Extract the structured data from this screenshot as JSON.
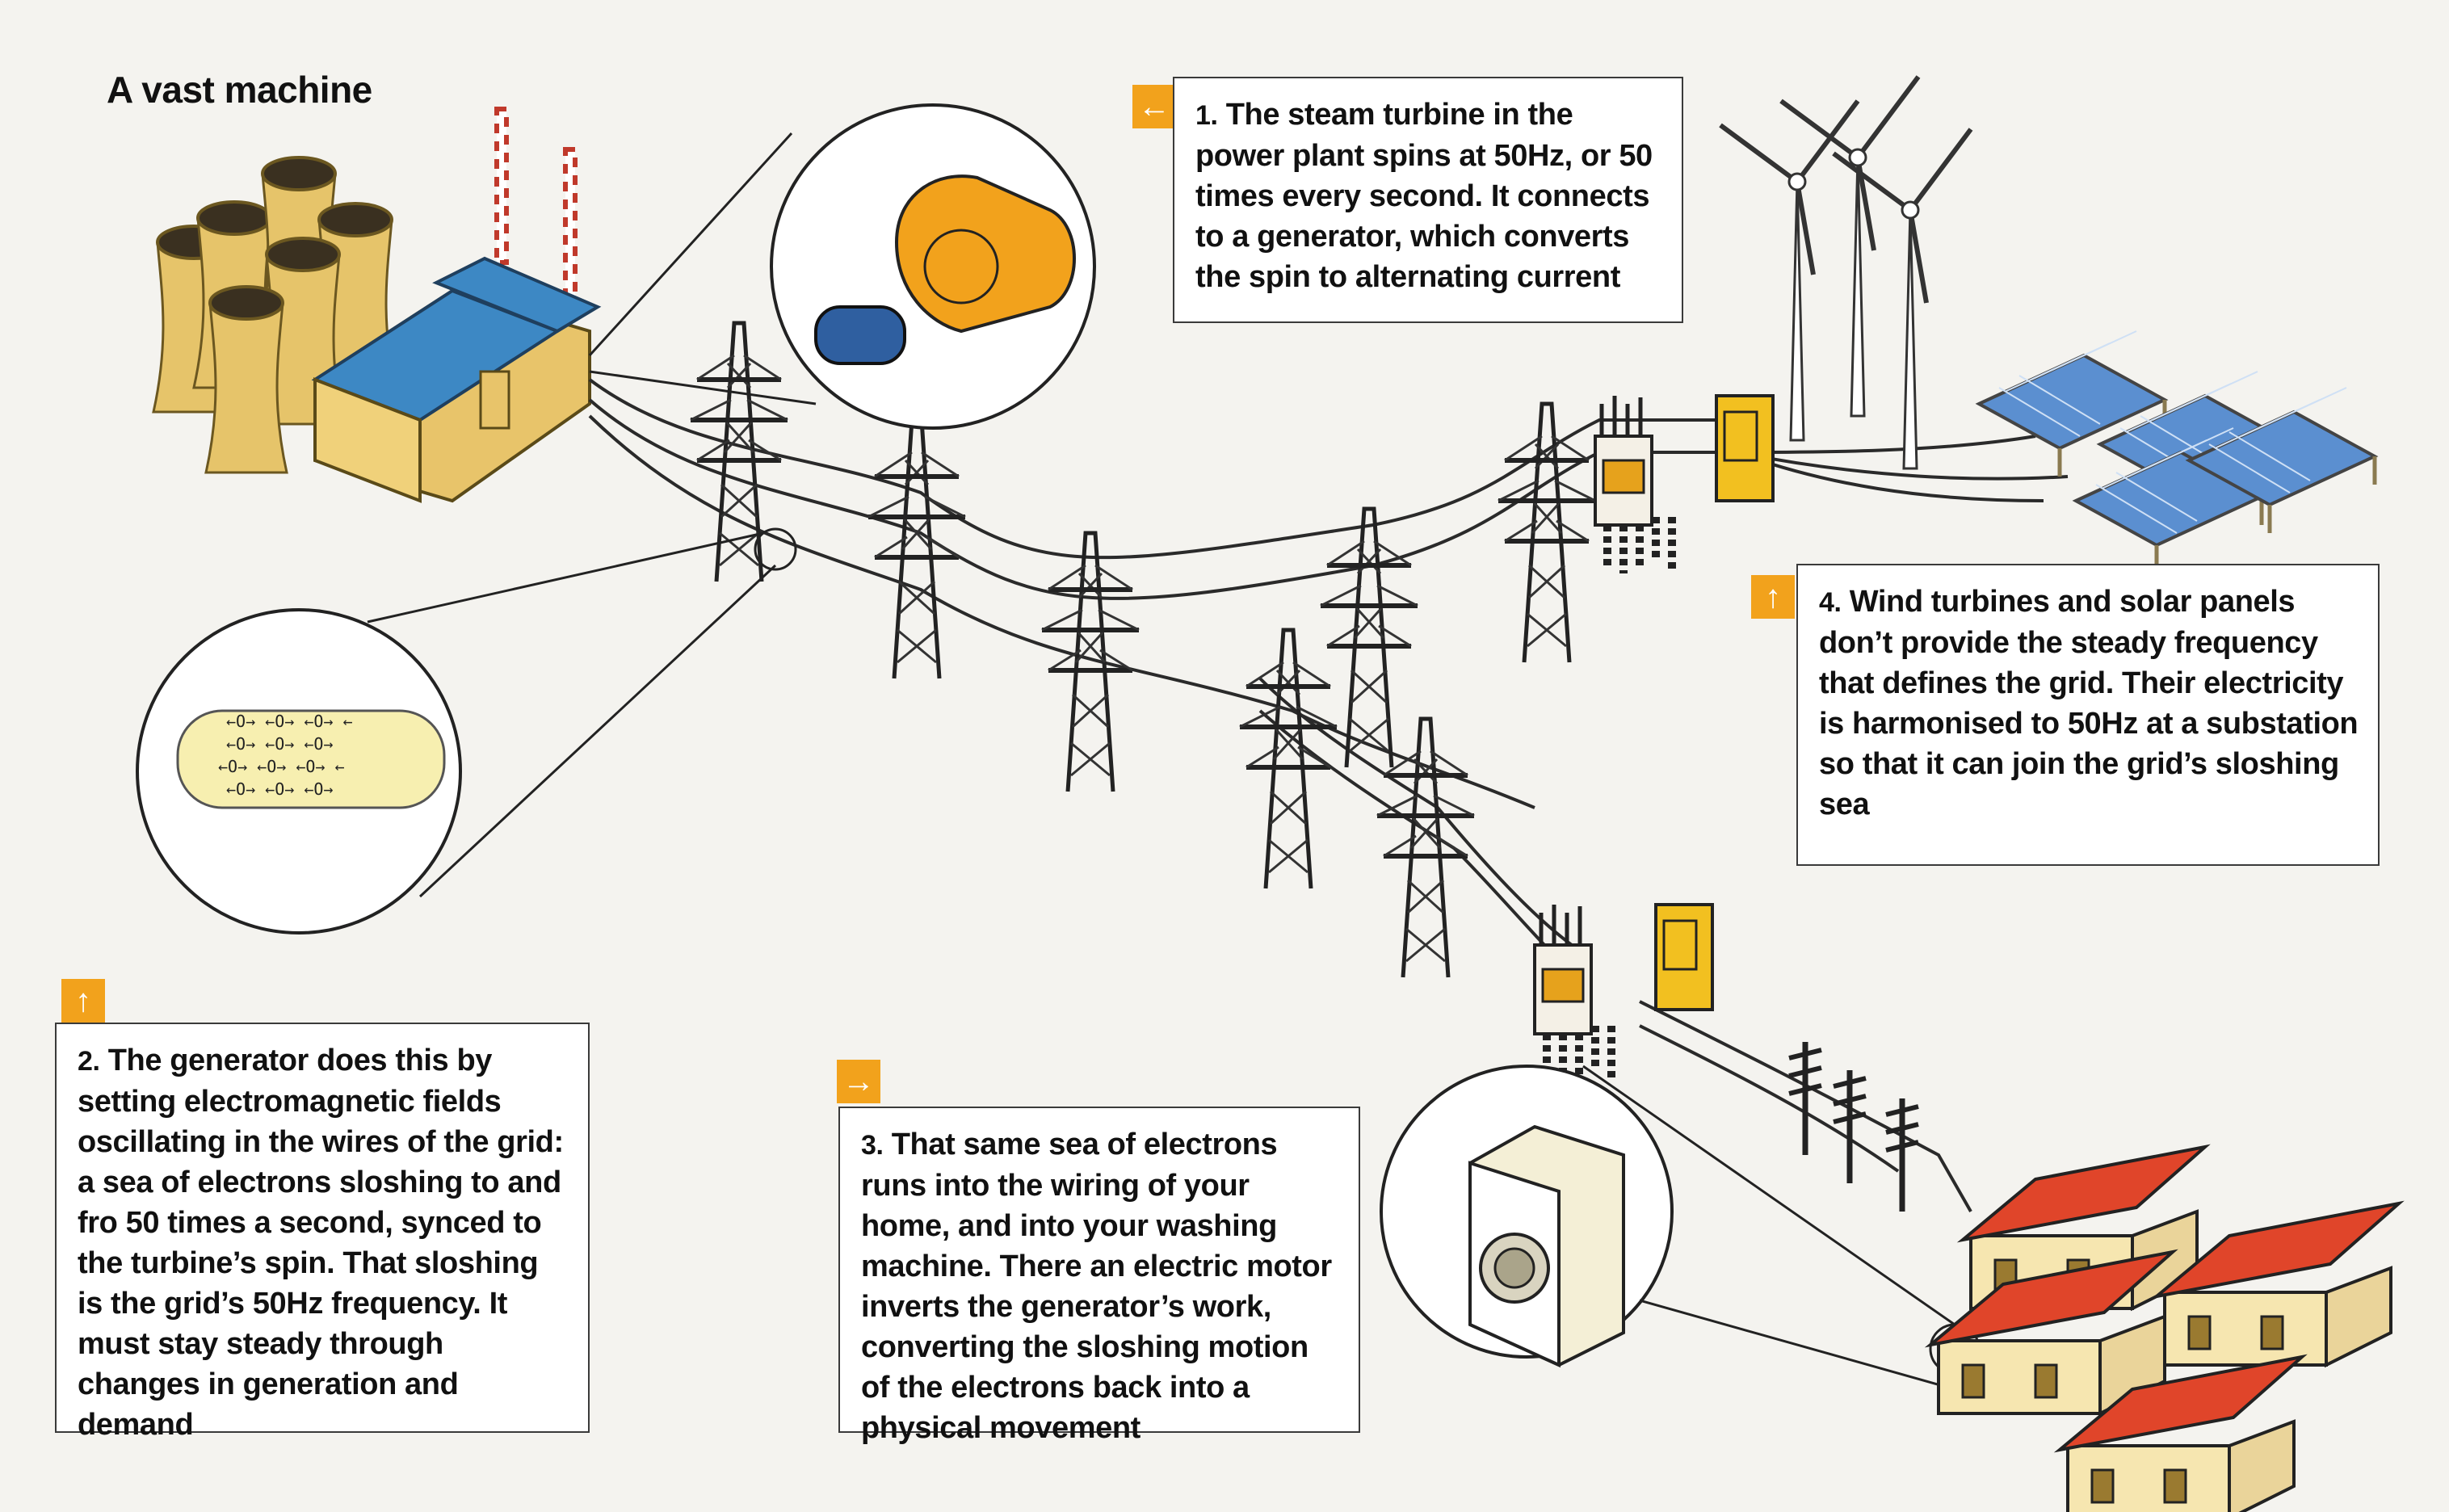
{
  "title": "A vast machine",
  "callouts": [
    {
      "num": "1.",
      "text": "The steam turbine in the power plant spins at 50Hz, or 50 times every second. It connects to a generator, which converts the spin to alternating current",
      "arrow": "←"
    },
    {
      "num": "2.",
      "text": "The generator does this by setting electromagnetic fields oscillating in the wires of the grid: a sea of electrons sloshing to and fro 50 times a second, synced to the turbine’s spin. That sloshing is the grid’s 50Hz frequency. It must stay steady through changes in generation and demand",
      "arrow": "↑"
    },
    {
      "num": "3.",
      "text": "That same sea of electrons runs into the wiring of your home, and into your washing machine. There an electric motor inverts the generator’s work, converting the sloshing motion of the electrons back into a physical movement",
      "arrow": "→"
    },
    {
      "num": "4.",
      "text": "Wind turbines and solar panels don’t provide the steady frequency that defines the grid. Their electricity is harmonised to 50Hz at a substation so that it can join the grid’s sloshing sea",
      "arrow": "↑"
    }
  ],
  "colors": {
    "accent": "#f2a21c",
    "plant_yellow": "#e8c46a",
    "plant_blue": "#3d88c4",
    "roof_red": "#e0452a",
    "house_wall": "#f6e6b0",
    "wire": "#2a2a2a"
  },
  "icons": [
    "power-plant-icon",
    "generator-icon",
    "pylon-icon",
    "wind-turbine-icon",
    "solar-panel-icon",
    "substation-icon",
    "washing-machine-icon",
    "house-icon",
    "electron-wire-icon"
  ]
}
